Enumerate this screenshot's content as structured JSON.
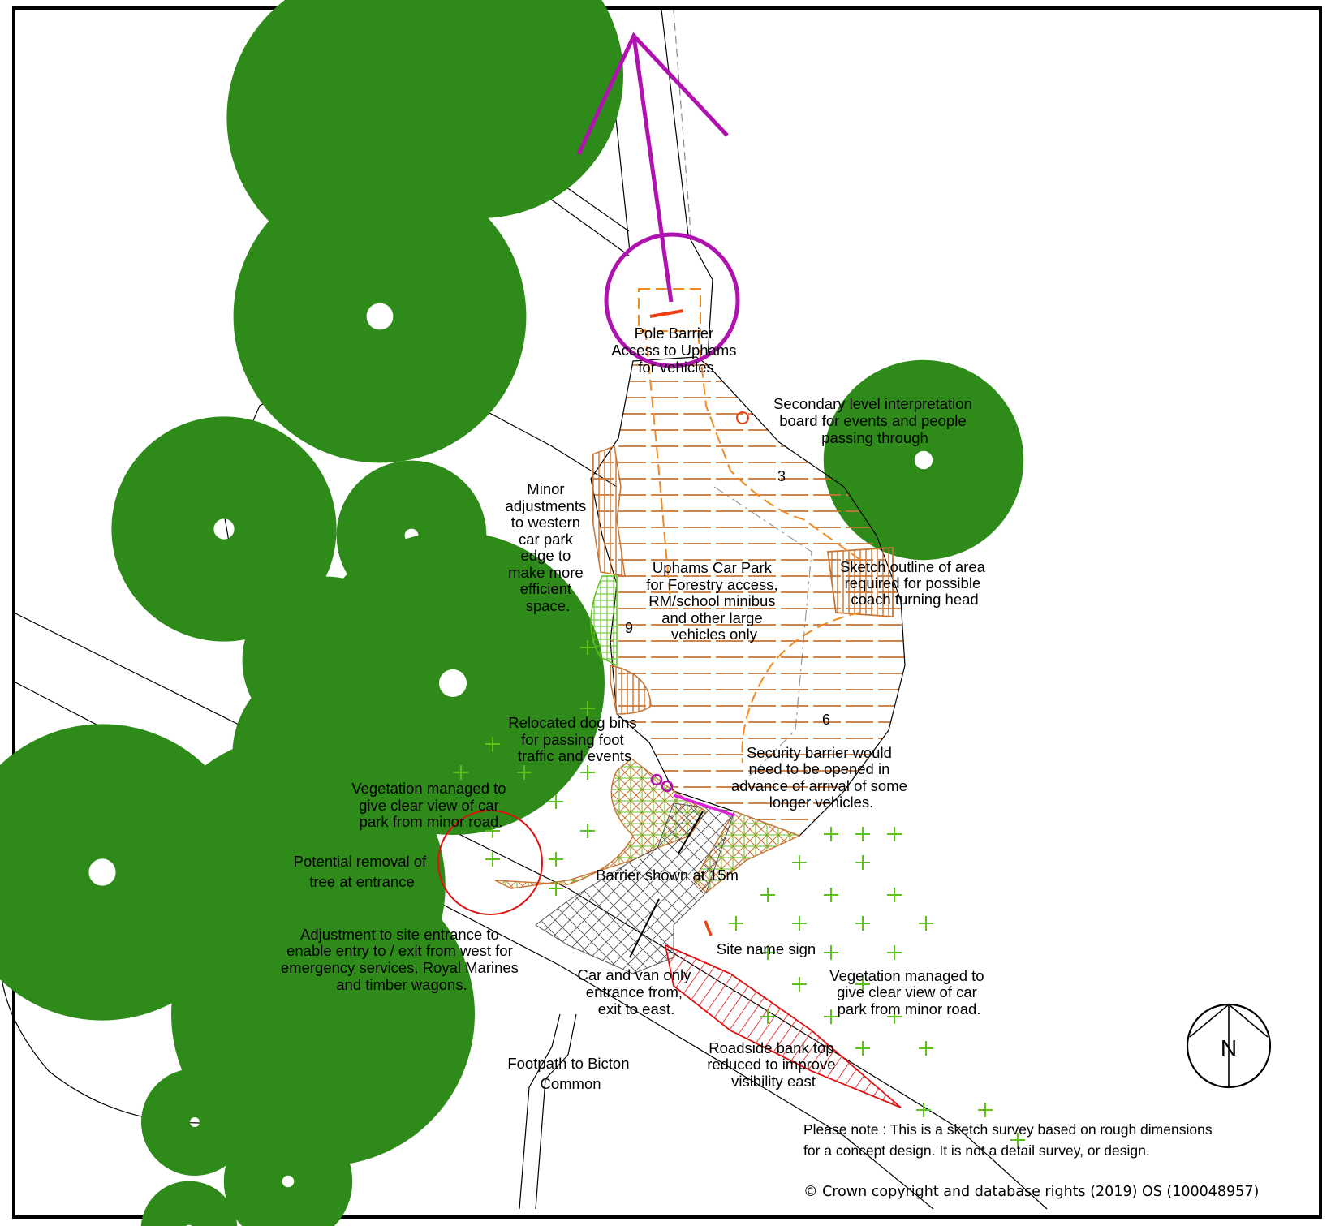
{
  "map": {
    "labels": {
      "pole_barrier": [
        "Pole Barrier",
        "Access to Uphams",
        "for vehicles"
      ],
      "interpretation_board": [
        "Secondary level interpretation",
        "board for events and people",
        "passing through"
      ],
      "minor_adjustments": [
        "Minor",
        "adjustments",
        "to western",
        "car park",
        "edge to",
        "make more",
        "efficient",
        "space."
      ],
      "car_park": [
        "Uphams Car Park",
        "for Forestry access,",
        "RM/school minibus",
        "and other large",
        "vehicles only"
      ],
      "coach_turning": [
        "Sketch outline of area",
        "required for possible",
        "coach turning head"
      ],
      "dog_bins": [
        "Relocated dog bins",
        "for passing foot",
        "traffic and events"
      ],
      "security_barrier": [
        "Security barrier would",
        "need to be opened in",
        "advance of arrival of some",
        "longer vehicles."
      ],
      "vegetation_west": [
        "Vegetation managed to",
        "give clear view of car",
        "park from minor road."
      ],
      "tree_removal": [
        "Potential removal of",
        "tree at entrance"
      ],
      "barrier_15m": [
        "Barrier shown at 15m"
      ],
      "site_name_sign": [
        "Site name sign"
      ],
      "site_entrance": [
        "Adjustment to site entrance to",
        "enable entry to / exit from west for",
        "emergency services, Royal Marines",
        "and timber wagons."
      ],
      "car_van_entrance": [
        "Car and van only",
        "entrance from,",
        "exit to east."
      ],
      "vegetation_east": [
        "Vegetation managed to",
        "give clear view of car",
        "park from minor road."
      ],
      "roadside_bank": [
        "Roadside bank top",
        "reduced to improve",
        "visibility east"
      ],
      "footpath": [
        "Footpath to Bicton",
        "Common"
      ]
    },
    "space_counts": {
      "north_bay": "3",
      "west_bay": "9",
      "east_bay": "6"
    },
    "north_arrow_letter": "N",
    "note": [
      "Please note : This is a sketch survey based on rough dimensions",
      "for a concept design. It is not a detail survey, or design."
    ],
    "copyright": "© Crown copyright and database rights (2019) OS (100048957)",
    "colors": {
      "tree": "#2e8b1a",
      "car_park_hatch": "#c87533",
      "proposal_outline": "#f08a24",
      "highlight": "#b012b0",
      "removal": "#e01010",
      "vegetation_marker": "#5cc21a",
      "barrier_line": "#e020e0",
      "linework": "#000000"
    }
  }
}
